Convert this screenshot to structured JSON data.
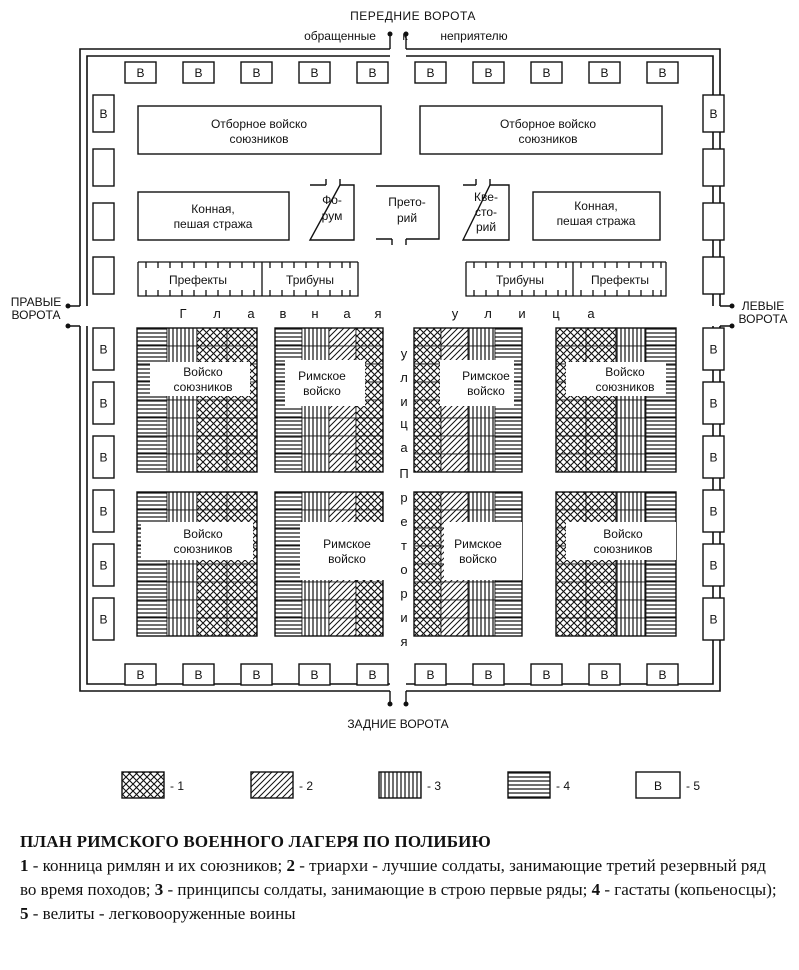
{
  "gates": {
    "front_line1": "ПЕРЕДНИЕ ВОРОТА",
    "front_line2": "обращенные",
    "front_k": "к",
    "front_enemy": "неприятелю",
    "right_line1": "ПРАВЫЕ",
    "right_line2": "ВОРОТА",
    "left_line1": "ЛЕВЫЕ",
    "left_line2": "ВОРОТА",
    "rear": "ЗАДНИЕ ВОРОТА"
  },
  "velite_letter": "В",
  "top_blocks": {
    "elite_line1": "Отборное войско",
    "elite_line2": "союзников",
    "cavalry_line1": "Конная,",
    "cavalry_line2": "пешая стража",
    "forum_line1": "Фо-",
    "forum_line2": "рум",
    "praetorium_line1": "Прето-",
    "praetorium_line2": "рий",
    "quaestorium_line1": "Кве-",
    "quaestorium_line2": "сто-",
    "quaestorium_line3": "рий",
    "prefects": "Префекты",
    "tribunes": "Трибуны"
  },
  "streets": {
    "main_street_left": [
      "Г",
      "л",
      "а",
      "в",
      "н",
      "а",
      "я"
    ],
    "main_street_right": [
      "у",
      "л",
      "и",
      "ц",
      "а"
    ],
    "praetoria_street": [
      "у",
      "л",
      "и",
      "ц",
      "а",
      "П",
      "р",
      "е",
      "т",
      "о",
      "р",
      "и",
      "я"
    ]
  },
  "blocks": {
    "allies_line1": "Войско",
    "allies_line2": "союзников",
    "roman_line1": "Римское",
    "roman_line2": "войско"
  },
  "legend": [
    {
      "pattern": "crosshatch",
      "label": "- 1"
    },
    {
      "pattern": "diagonal",
      "label": "- 2"
    },
    {
      "pattern": "vertical",
      "label": "- 3"
    },
    {
      "pattern": "horizontal",
      "label": "- 4"
    },
    {
      "pattern": "velite-box",
      "box_letter": "В",
      "label": "- 5"
    }
  ],
  "caption": {
    "title": "ПЛАН РИМСКОГО ВОЕННОГО ЛАГЕРЯ ПО ПОЛИБИЮ",
    "n1": "1",
    "t1": " - конница римлян и их союзников; ",
    "n2": "2",
    "t2": " - триархи - лучшие солдаты, занимающие третий резервный ряд во время походов; ",
    "n3": "3",
    "t3": " - принципсы солдаты, занимающие в строю первые ряды; ",
    "n4": "4",
    "t4": " - гастаты (копьеносцы); ",
    "n5": "5",
    "t5": " - велиты - легковооруженные воины"
  }
}
